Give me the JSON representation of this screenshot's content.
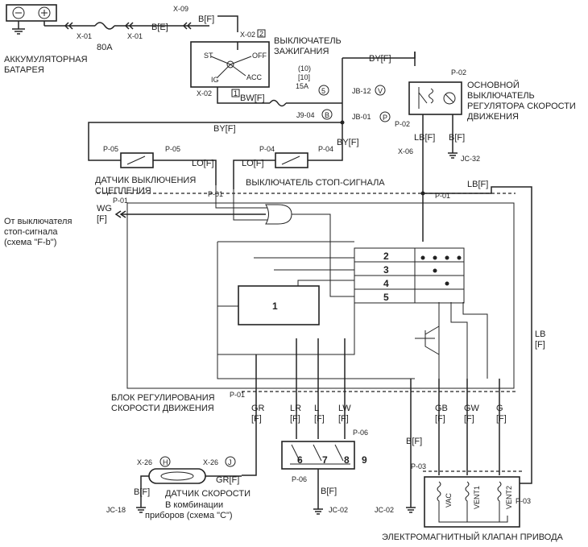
{
  "components": {
    "battery": "АККУМУЛЯТОРНАЯ\nБАТАРЕЯ",
    "ignition_switch": "ВЫКЛЮЧАТЕЛЬ\nЗАЖИГАНИЯ",
    "cruise_main_switch": "ОСНОВНОЙ\nВЫКЛЮЧАТЕЛЬ\nРЕГУЛЯТОРА СКОРОСТИ\nДВИЖЕНИЯ",
    "clutch_sensor": "ДАТЧИК ВЫКЛЮЧЕНИЯ\nСЦЕПЛЕНИЯ",
    "stop_switch": "ВЫКЛЮЧАТЕЛЬ СТОП-СИГНАЛА",
    "from_stop_switch": "От выключателя\nстоп-сигнала\n(схема \"F-b\")",
    "control_unit": "БЛОК РЕГУЛИРОВАНИЯ\nСКОРОСТИ ДВИЖЕНИЯ",
    "speed_sensor": "ДАТЧИК СКОРОСТИ",
    "speed_sensor_note": "В комбинации\nприборов (схема \"С\")",
    "actuator_valve": "ЭЛЕКТРОМАГНИТНЫЙ КЛАПАН ПРИВОДА"
  },
  "switch_positions": [
    "ST",
    "OFF",
    "IG",
    "ACC"
  ],
  "fuses": {
    "main": "80A",
    "f5_rating": "(10)\n[10]\n15A"
  },
  "circled": [
    "5",
    "V",
    "B",
    "P",
    "H",
    "J"
  ],
  "numbers": [
    "1",
    "2",
    "3",
    "4",
    "5",
    "6",
    "7",
    "8",
    "9"
  ],
  "valves": [
    "VAC",
    "VENT1",
    "VENT2"
  ],
  "connectors": {
    "x01a": "X-01",
    "x01b": "X-01",
    "x09": "X-09",
    "x02a": "X-02",
    "x02b": "X-02",
    "x02box1": "2",
    "x02box2": "1",
    "jb12": "JB-12",
    "jb01": "JB-01",
    "j904": "J9-04",
    "p02a": "P-02",
    "p02b": "P-02",
    "x06": "X-06",
    "jc32": "JC-32",
    "p05a": "P-05",
    "p05b": "P-05",
    "p04a": "P-04",
    "p04b": "P-04",
    "p01a": "P-01",
    "p01b": "P-01",
    "p01c": "P-01",
    "p01d": "P-01",
    "p06a": "P-06",
    "p06b": "P-06",
    "x26a": "X-26",
    "x26b": "X-26",
    "jc18": "JC-18",
    "jc02a": "JC-02",
    "jc02b": "JC-02",
    "p03a": "P-03",
    "p03b": "P-03"
  },
  "wires": {
    "be": "B[E]",
    "bf1": "B[F]",
    "byf1": "BY[F]",
    "bwf": "BW[F]",
    "byf2": "BY[F]",
    "byf3": "BY[F]",
    "lb_a": "LB[F]",
    "bf_a": "B[F]",
    "lof1": "LO[F]",
    "lof2": "LO[F]",
    "lbf2": "LB[F]",
    "wg": "WG",
    "wg_f": "[F]",
    "lb_v": "LB",
    "lb_vf": "[F]",
    "gr": "GR",
    "gr_f": "[F]",
    "lr": "LR",
    "lr_f": "[F]",
    "l": "L",
    "l_f": "[F]",
    "lw": "LW",
    "lw_f": "[F]",
    "gb": "GB",
    "gb_f": "[F]",
    "gw": "GW",
    "gw_f": "[F]",
    "gg": "G",
    "gg_f": "[F]",
    "bf_b": "B[F]",
    "grf": "GR[F]",
    "bf_c": "B[F]",
    "bf_d": "B[F]"
  }
}
